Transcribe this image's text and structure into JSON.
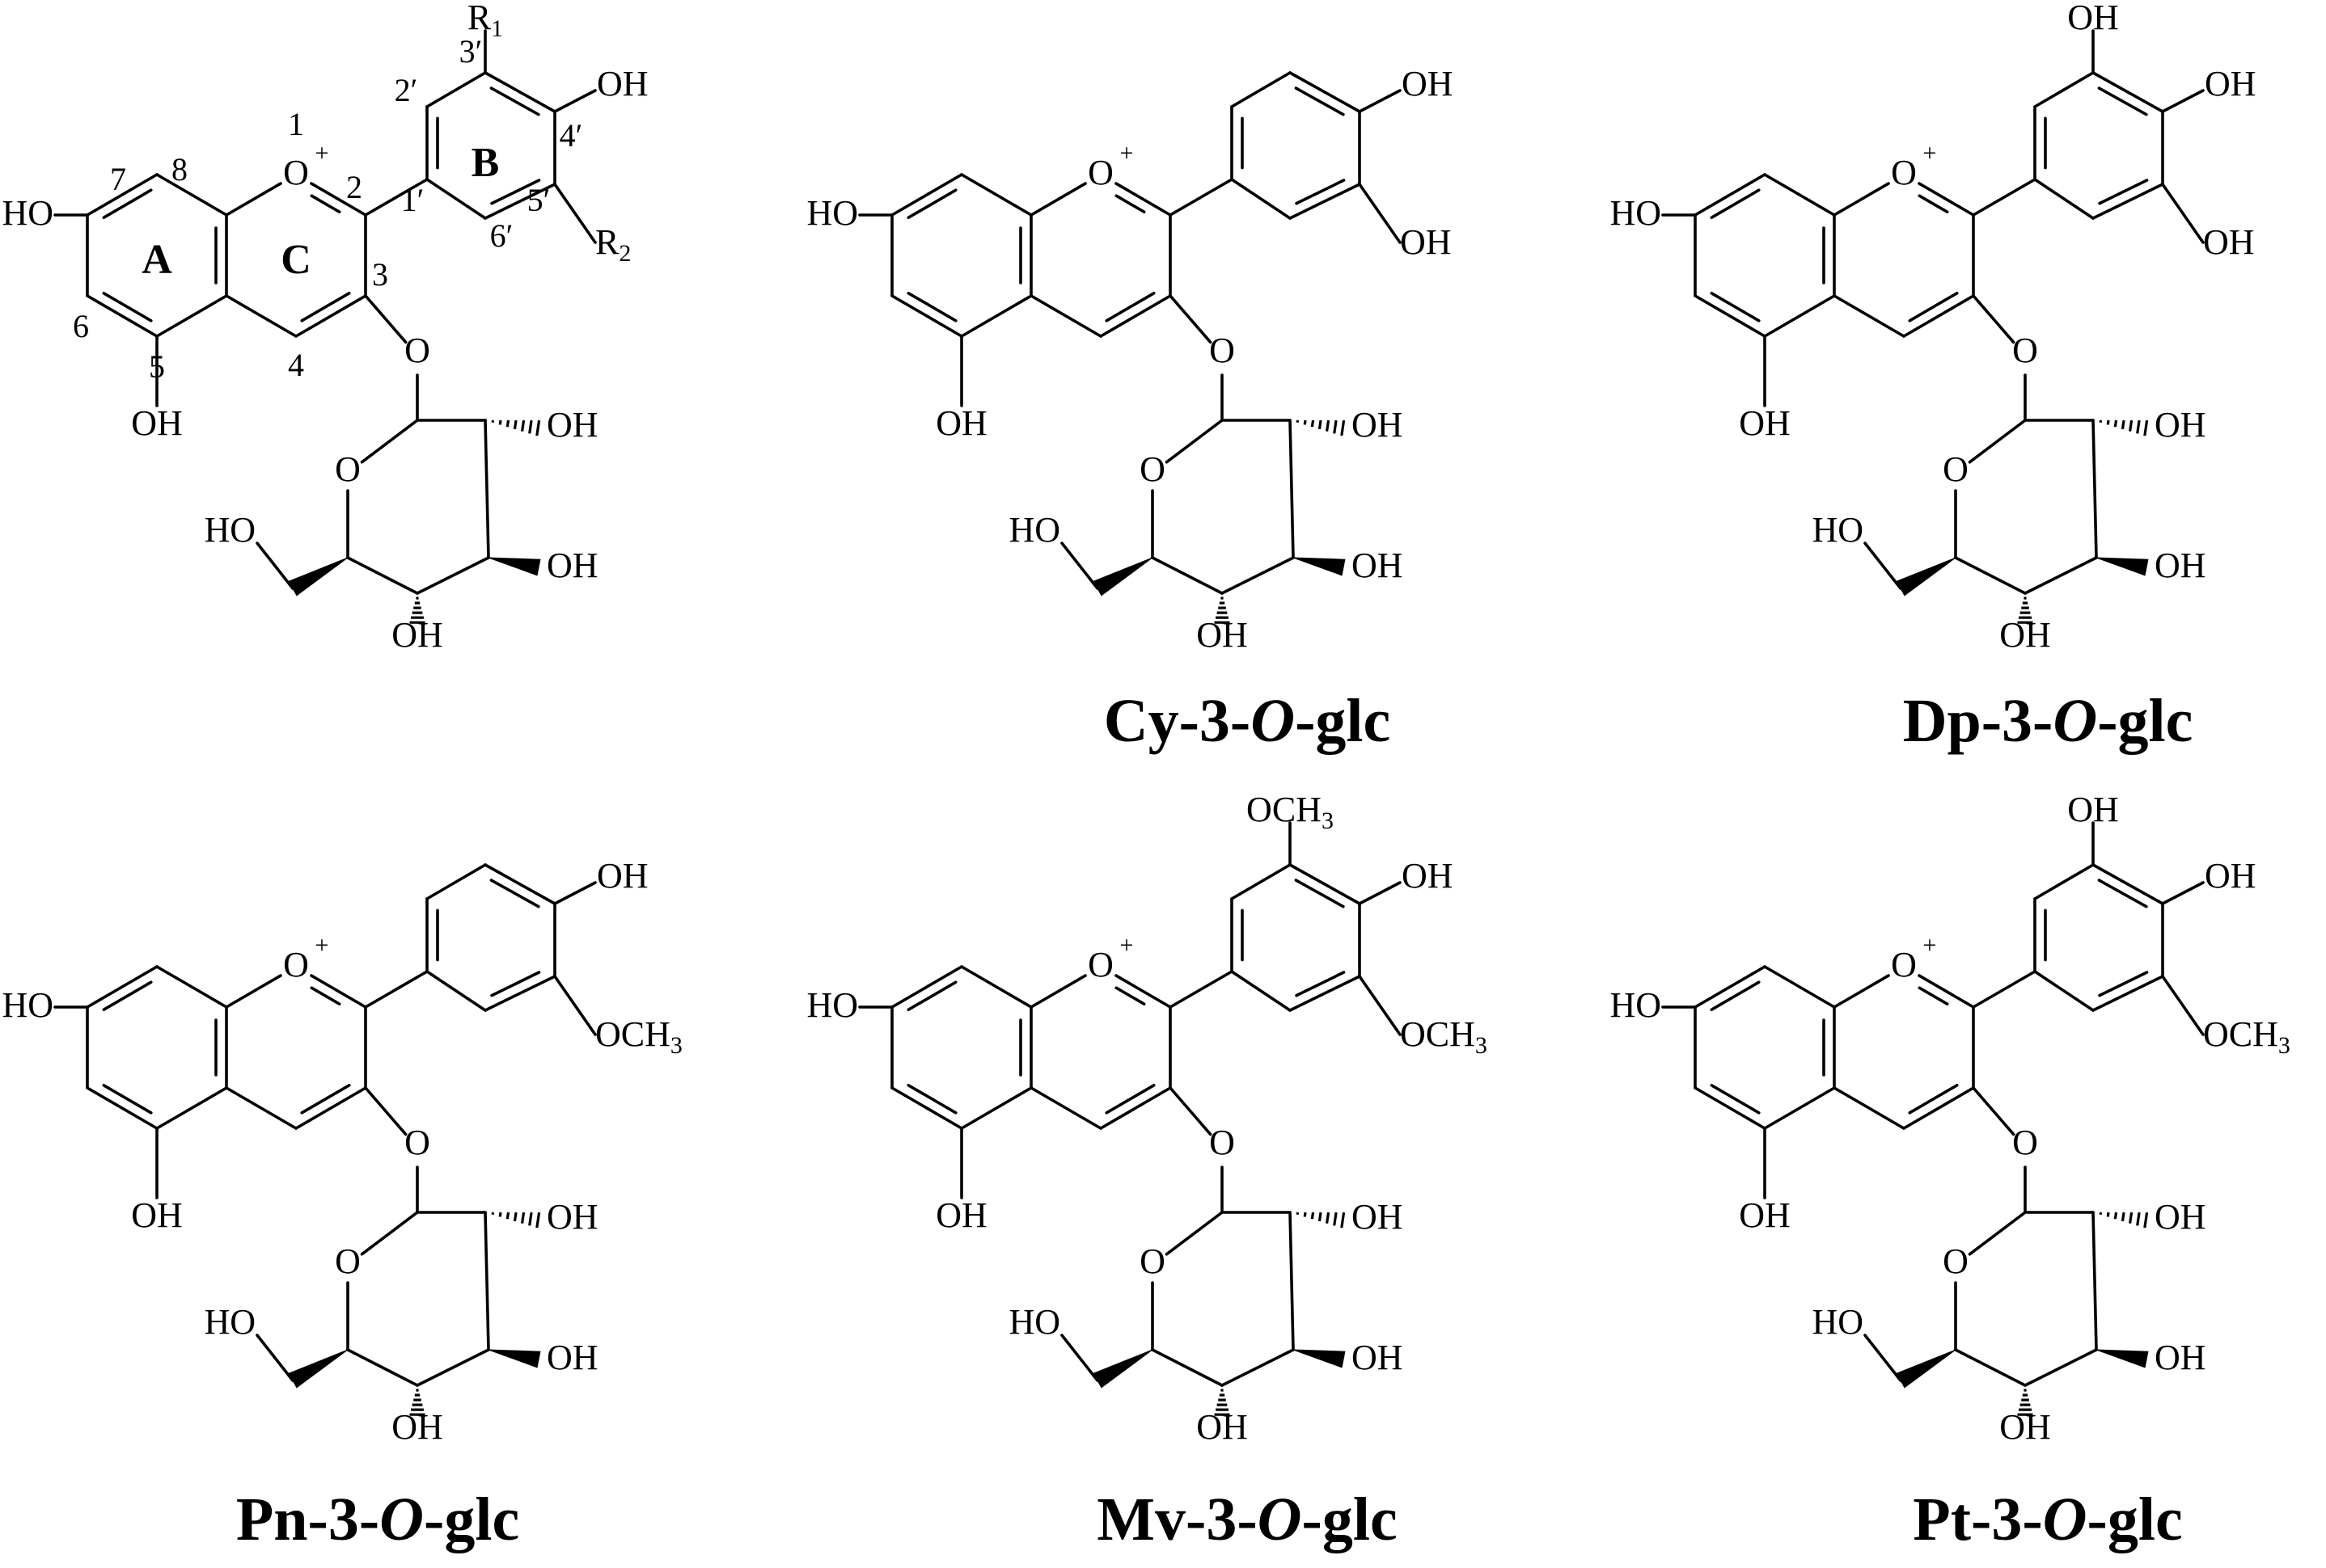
{
  "structures": [
    {
      "id": "general",
      "caption": "",
      "b_ring": {
        "top": "R1",
        "top_outer": "",
        "para": "OH",
        "meta_lower": "R2",
        "meta_lower_outer": ""
      },
      "numbering": true
    },
    {
      "id": "cyanidin",
      "caption": "Cy-3-O-glc",
      "b_ring": {
        "top": "",
        "top_outer": "",
        "para": "OH",
        "meta_lower": "OH",
        "meta_lower_outer": ""
      },
      "numbering": false
    },
    {
      "id": "delphinidin",
      "caption": "Dp-3-O-glc",
      "b_ring": {
        "top": "OH",
        "top_outer": "",
        "para": "OH",
        "meta_lower": "OH",
        "meta_lower_outer": ""
      },
      "numbering": false
    },
    {
      "id": "peonidin",
      "caption": "Pn-3-O-glc",
      "b_ring": {
        "top": "",
        "top_outer": "",
        "para": "OH",
        "meta_lower": "OCH3",
        "meta_lower_outer": ""
      },
      "numbering": false
    },
    {
      "id": "malvidin",
      "caption": "Mv-3-O-glc",
      "b_ring": {
        "top": "OCH3",
        "top_outer": "",
        "para": "OH",
        "meta_lower": "OCH3",
        "meta_lower_outer": ""
      },
      "numbering": false
    },
    {
      "id": "petunidin",
      "caption": "Pt-3-O-glc",
      "b_ring": {
        "top": "OH",
        "top_outer": "",
        "para": "OH",
        "meta_lower": "OCH3",
        "meta_lower_outer": ""
      },
      "numbering": false
    }
  ],
  "labels": {
    "ho": "HO",
    "oh": "OH",
    "o_plus": "O",
    "plus": "+",
    "o": "O",
    "ring_a": "A",
    "ring_b": "B",
    "ring_c": "C",
    "pos_1": "1",
    "pos_2": "2",
    "pos_3": "3",
    "pos_4": "4",
    "pos_5": "5",
    "pos_6": "6",
    "pos_7": "7",
    "pos_8": "8",
    "pos_1p": "1′",
    "pos_2p": "2′",
    "pos_3p": "3′",
    "pos_4p": "4′",
    "pos_5p": "5′",
    "pos_6p": "6′"
  }
}
